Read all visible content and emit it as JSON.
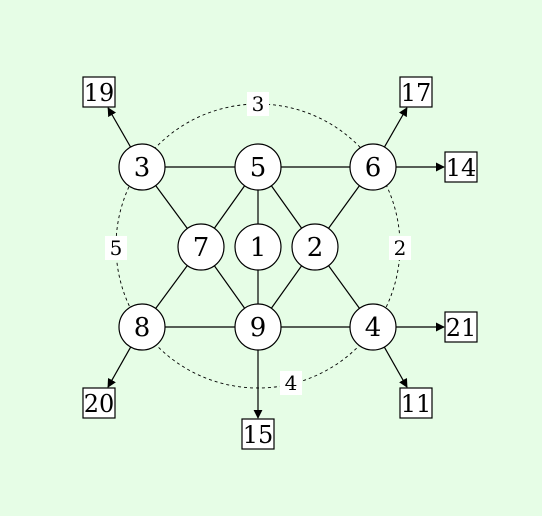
{
  "colors": {
    "background": "#e6fde6",
    "node_fill": "#ffffff",
    "stroke": "#000000"
  },
  "nodes": [
    {
      "id": "n3",
      "label": "3"
    },
    {
      "id": "n5",
      "label": "5"
    },
    {
      "id": "n6",
      "label": "6"
    },
    {
      "id": "n7",
      "label": "7"
    },
    {
      "id": "n1",
      "label": "1"
    },
    {
      "id": "n2",
      "label": "2"
    },
    {
      "id": "n8",
      "label": "8"
    },
    {
      "id": "n9",
      "label": "9"
    },
    {
      "id": "n4",
      "label": "4"
    }
  ],
  "outputs": [
    {
      "id": "o19",
      "label": "19"
    },
    {
      "id": "o17",
      "label": "17"
    },
    {
      "id": "o14",
      "label": "14"
    },
    {
      "id": "o21",
      "label": "21"
    },
    {
      "id": "o11",
      "label": "11"
    },
    {
      "id": "o15",
      "label": "15"
    },
    {
      "id": "o20",
      "label": "20"
    }
  ],
  "arc_labels": [
    {
      "id": "a-top",
      "label": "3"
    },
    {
      "id": "a-left",
      "label": "5"
    },
    {
      "id": "a-right",
      "label": "2"
    },
    {
      "id": "a-bottom",
      "label": "4"
    }
  ],
  "edges": [
    [
      "n3",
      "n5"
    ],
    [
      "n5",
      "n6"
    ],
    [
      "n3",
      "n7"
    ],
    [
      "n5",
      "n7"
    ],
    [
      "n5",
      "n1"
    ],
    [
      "n5",
      "n2"
    ],
    [
      "n6",
      "n2"
    ],
    [
      "n7",
      "n8"
    ],
    [
      "n7",
      "n9"
    ],
    [
      "n1",
      "n9"
    ],
    [
      "n2",
      "n9"
    ],
    [
      "n2",
      "n4"
    ],
    [
      "n8",
      "n9"
    ],
    [
      "n9",
      "n4"
    ]
  ],
  "arrows": [
    [
      "n3",
      "o19"
    ],
    [
      "n6",
      "o17"
    ],
    [
      "n6",
      "o14"
    ],
    [
      "n4",
      "o21"
    ],
    [
      "n4",
      "o11"
    ],
    [
      "n9",
      "o15"
    ],
    [
      "n8",
      "o20"
    ]
  ]
}
